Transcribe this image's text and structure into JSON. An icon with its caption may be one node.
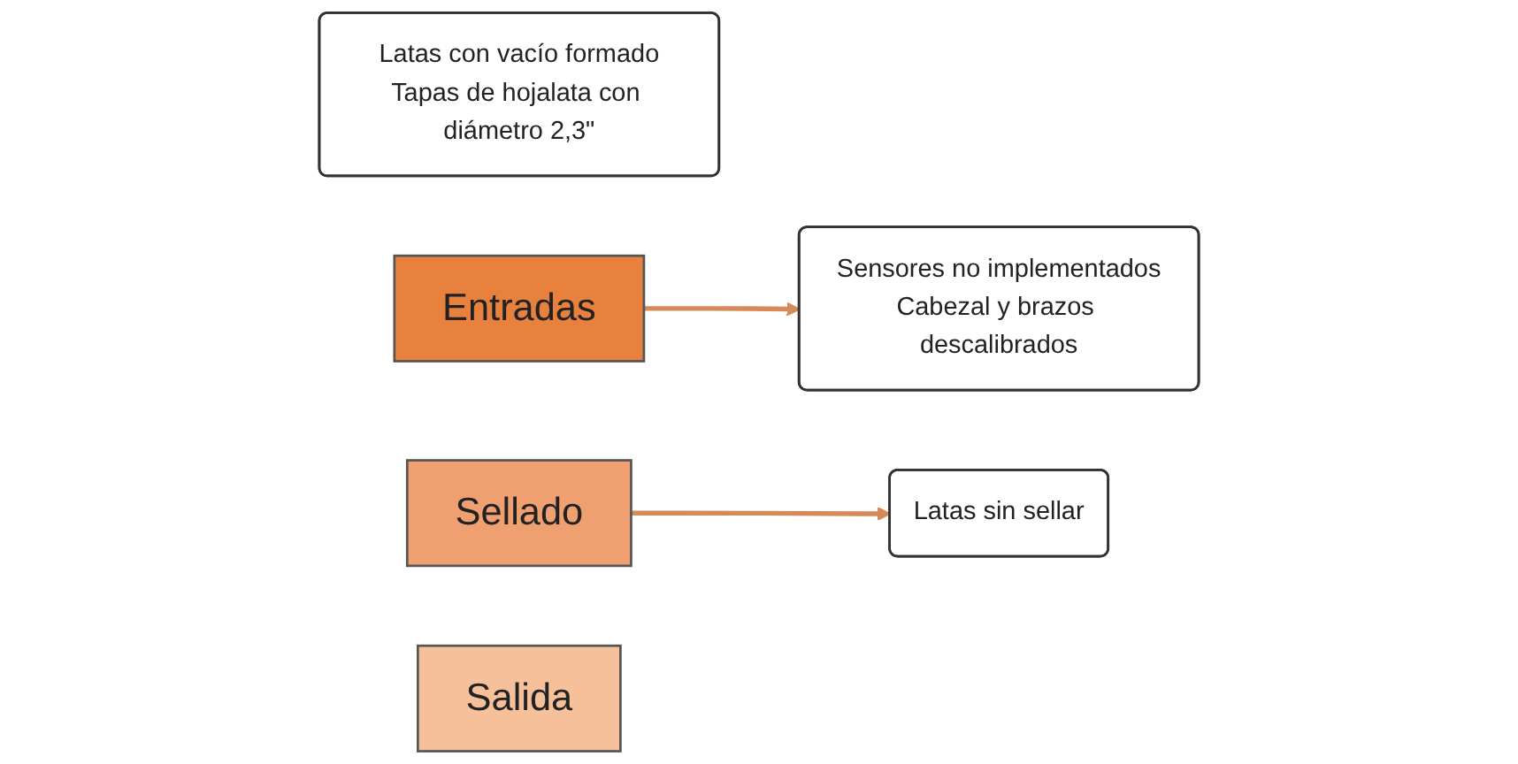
{
  "diagram": {
    "nodes": [
      {
        "text": [
          "Latas con vacío formado",
          "Tapas de hojalata con diámetro 2,3\""
        ]
      },
      {
        "text": [
          "Entradas"
        ]
      },
      {
        "text": [
          "Sellado"
        ]
      },
      {
        "text": [
          "Sensores no implementados",
          "Cabezal y brazos descalibrados"
        ]
      },
      {
        "text": [
          "Latas sin sellar"
        ]
      },
      {
        "text": [
          "Salida"
        ]
      }
    ],
    "edges": [
      {
        "from": 1,
        "to": 3,
        "arrow": "to"
      },
      {
        "from": 2,
        "to": 4,
        "arrow": "to"
      }
    ]
  }
}
